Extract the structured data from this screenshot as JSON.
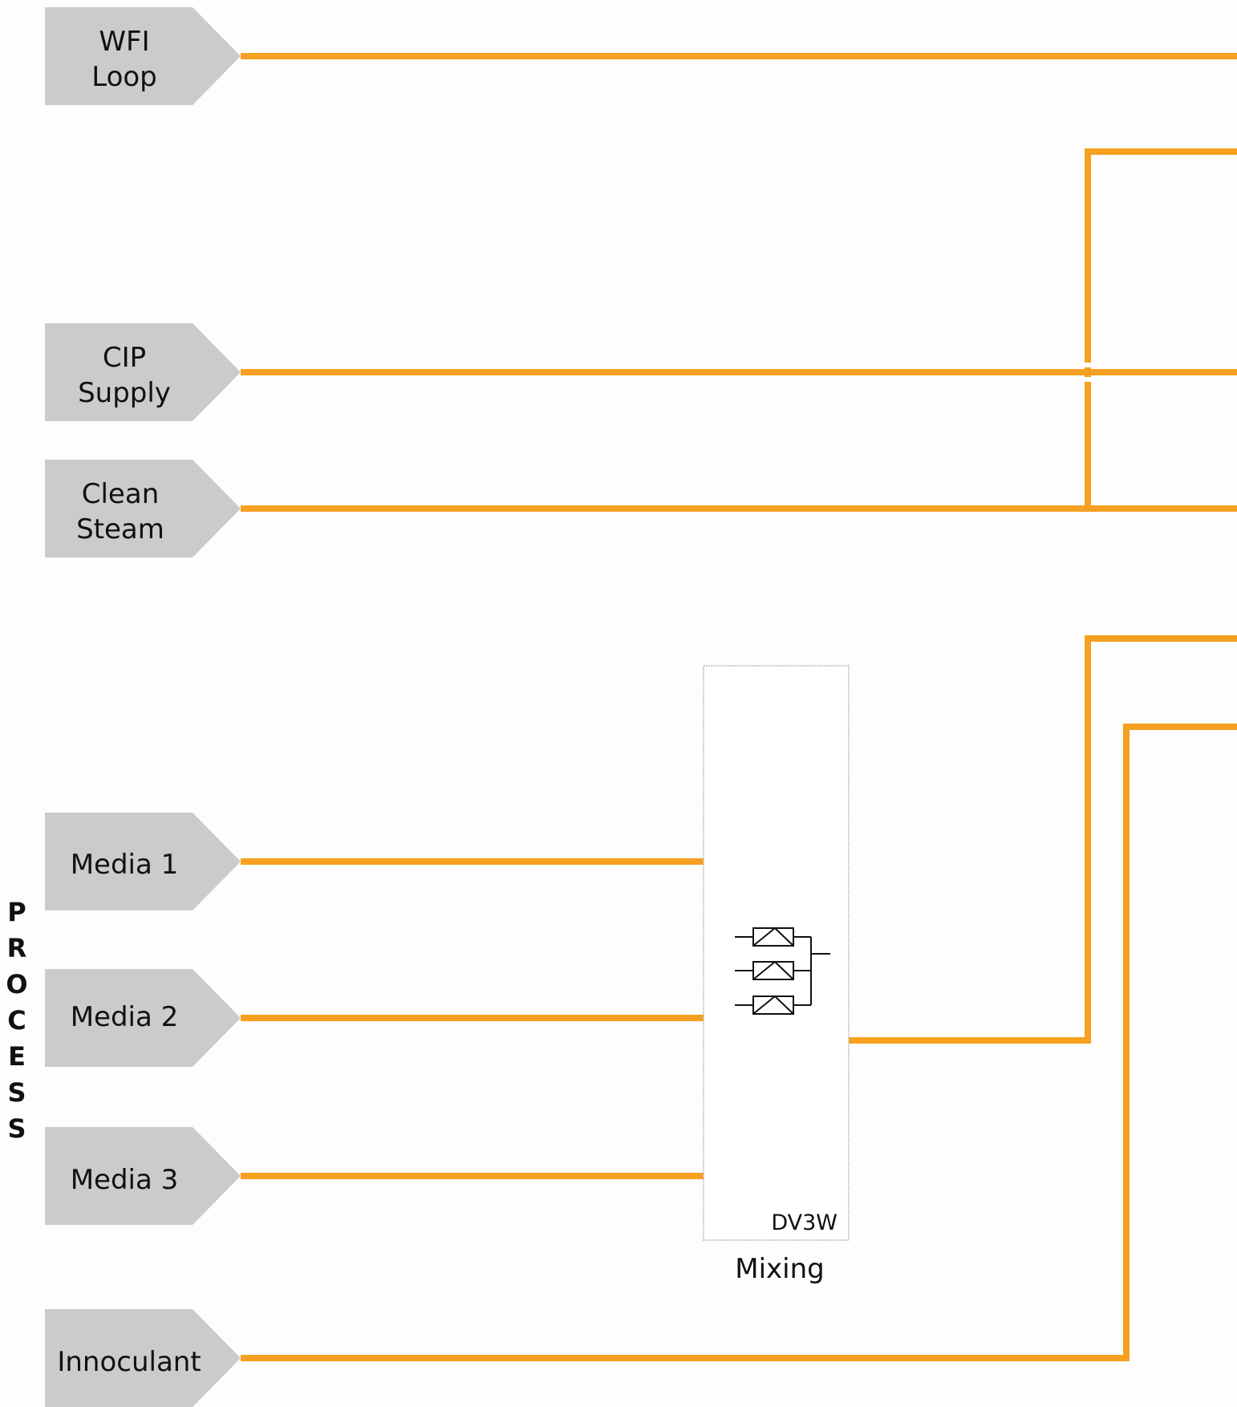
{
  "sources": {
    "wfi_loop": {
      "line1": "WFI",
      "line2": "Loop"
    },
    "cip_supply": {
      "line1": "CIP",
      "line2": "Supply"
    },
    "clean_steam": {
      "line1": "Clean",
      "line2": "Steam"
    },
    "media_1": {
      "label": "Media 1"
    },
    "media_2": {
      "label": "Media 2"
    },
    "media_3": {
      "label": "Media 3"
    },
    "innoculant": {
      "label": "Innoculant"
    }
  },
  "side_label": {
    "letters": [
      "P",
      "R",
      "O",
      "C",
      "E",
      "S",
      "S"
    ]
  },
  "mixing": {
    "code": "DV3W",
    "caption": "Mixing"
  },
  "colors": {
    "pipe": "#F5A020",
    "source_fill": "#CBCBCB",
    "background": "#FDFDFD"
  }
}
